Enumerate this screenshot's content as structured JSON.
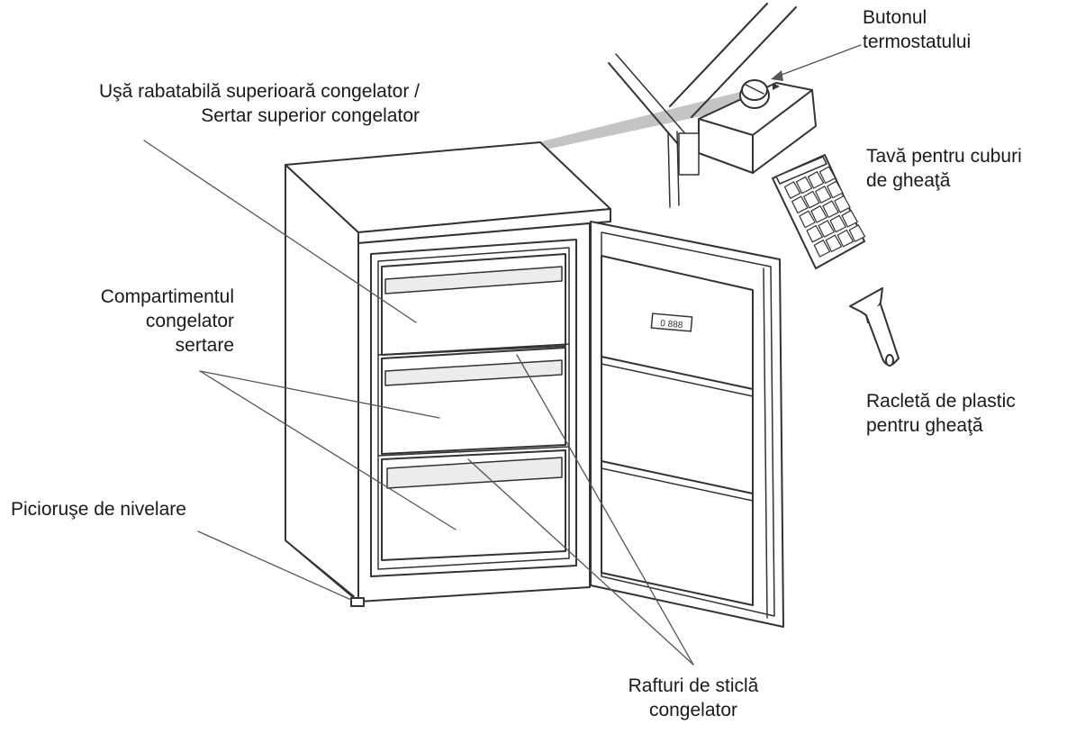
{
  "labels": {
    "thermostat_knob": [
      "Butonul",
      "termostatului"
    ],
    "upper_flap_door": [
      "Uşă rabatabilă superioară congelator /",
      "Sertar superior congelator"
    ],
    "ice_cube_tray": [
      "Tavă pentru cuburi",
      "de gheaţă"
    ],
    "freezer_compartment_drawers": [
      "Compartimentul",
      "congelator",
      "sertare"
    ],
    "plastic_ice_scraper": [
      "Racletă de plastic",
      "pentru gheaţă"
    ],
    "leveling_feet": [
      "Picioruşe de nivelare"
    ],
    "glass_shelves": [
      "Rafturi de sticlă",
      "congelator"
    ]
  },
  "door_display": "0 888",
  "colors": {
    "line": "#333333",
    "leader": "#555555",
    "fill": "#ffffff",
    "shade": "#e9e9e9",
    "beam": "#bfbfbf"
  }
}
